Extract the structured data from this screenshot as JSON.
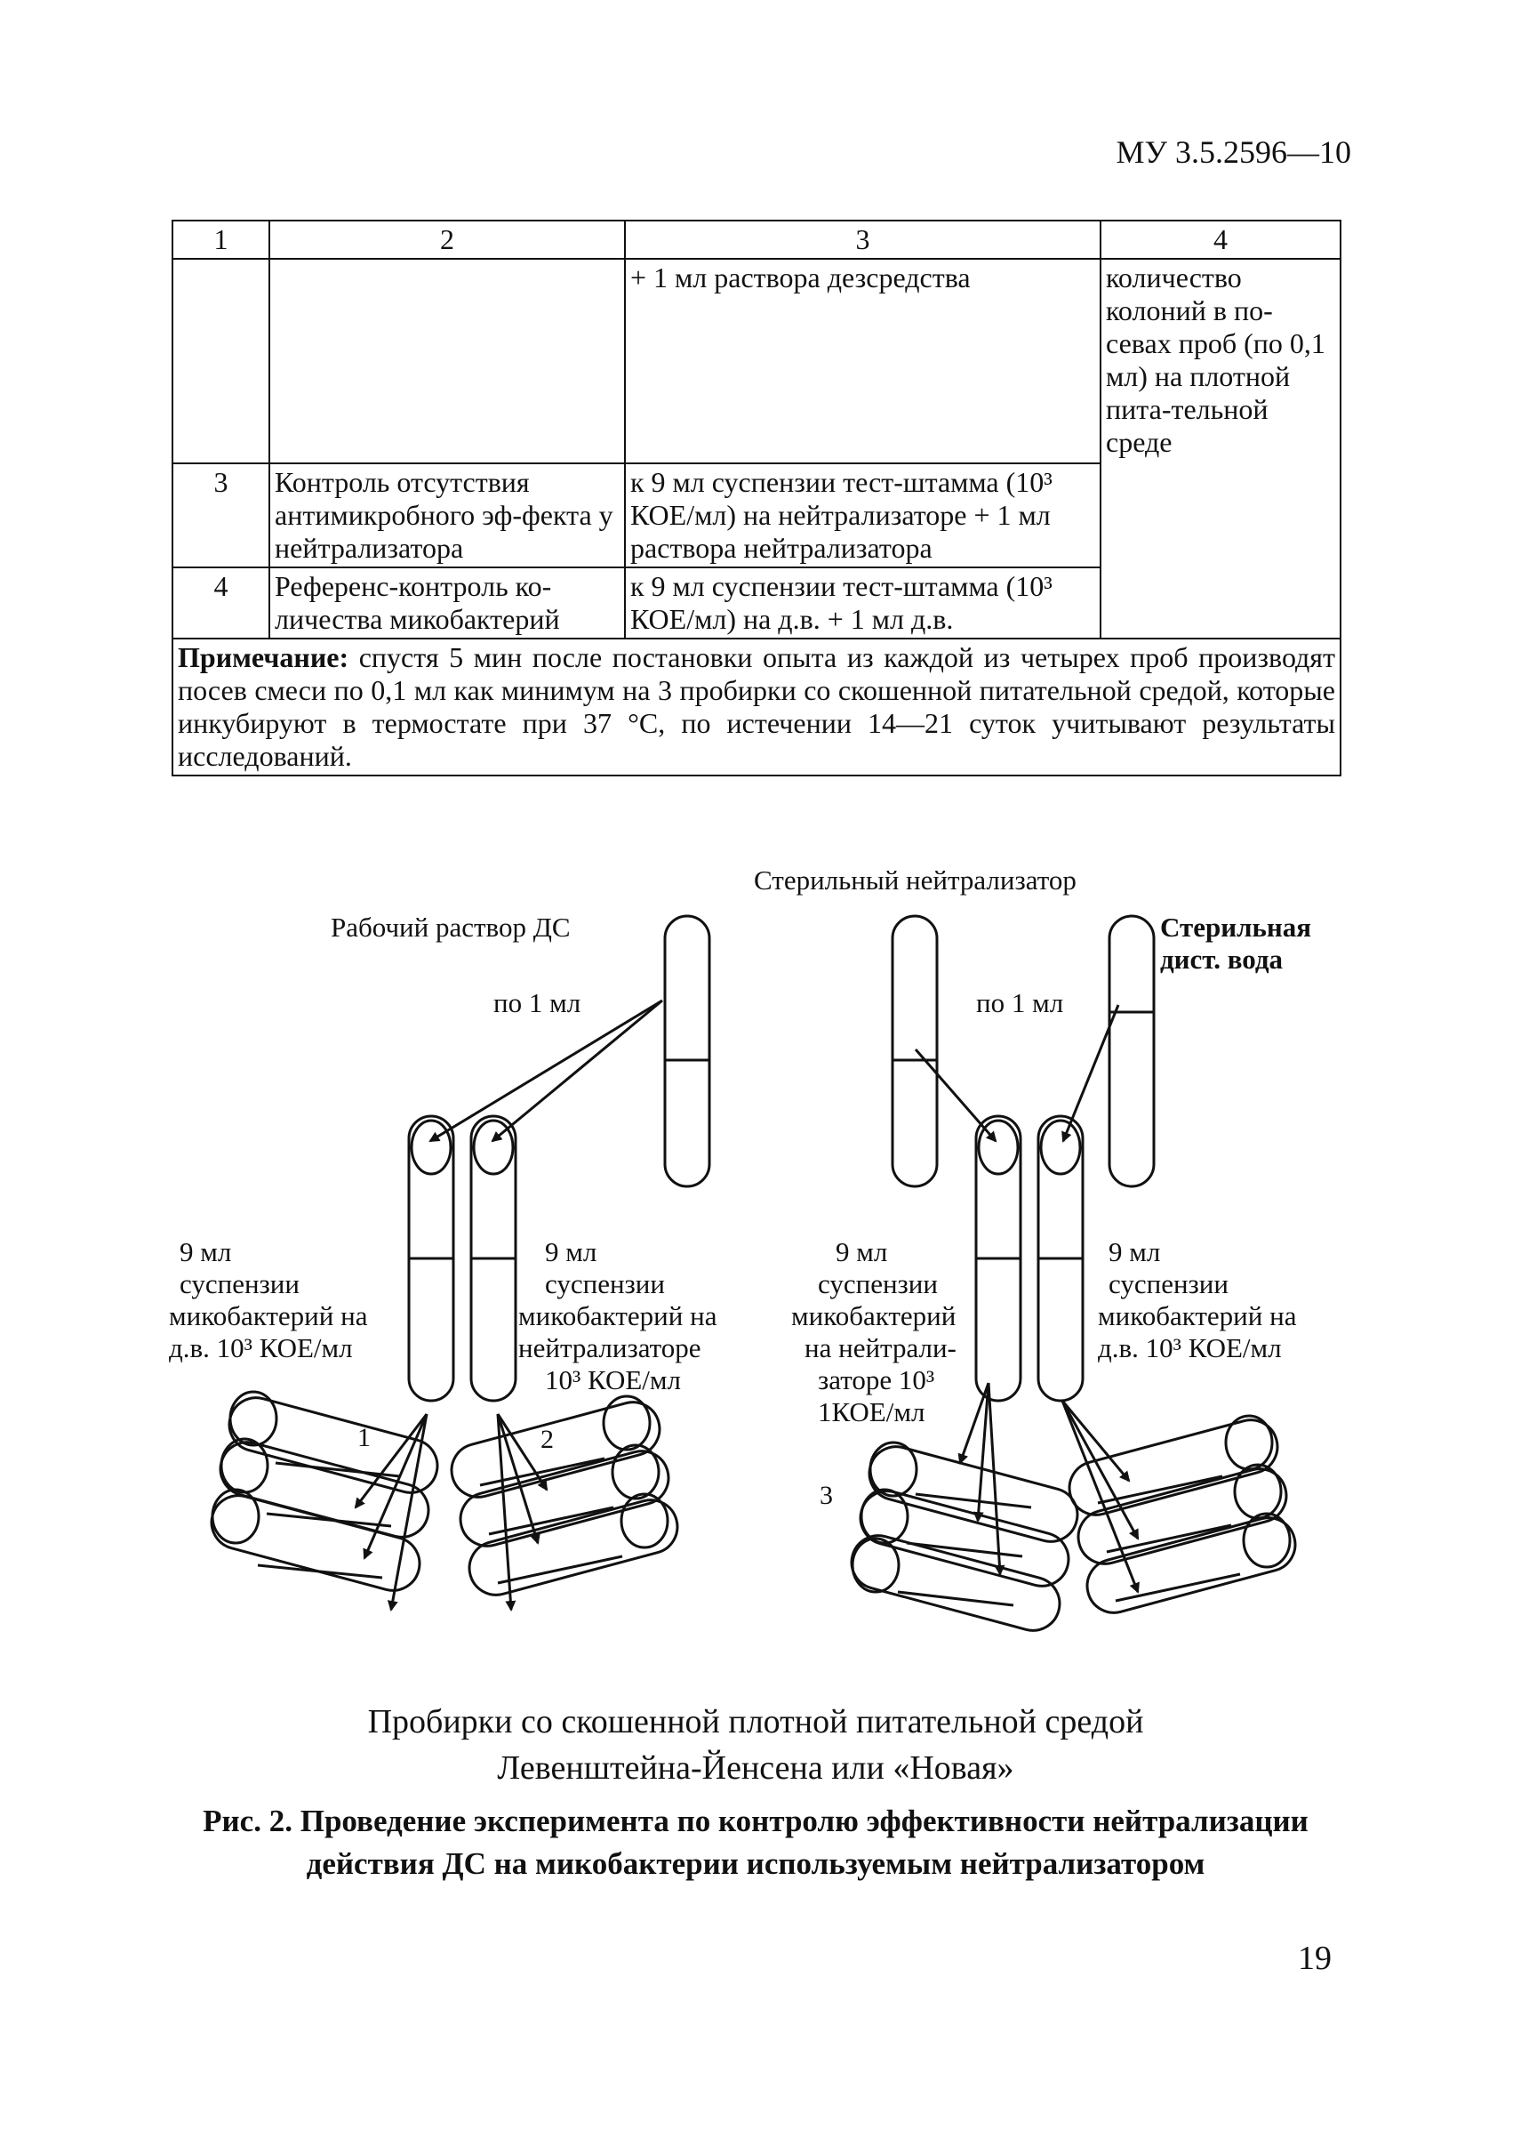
{
  "header": {
    "doc_code": "МУ 3.5.2596—10"
  },
  "table": {
    "col_headers": [
      "1",
      "2",
      "3",
      "4"
    ],
    "row_a": {
      "c3": "+ 1 мл раствора дезсредства",
      "c4": "количество колоний в по-севах проб (по 0,1 мл) на плотной пита-тельной среде"
    },
    "row_3": {
      "num": "3",
      "c2": "Контроль отсутствия антимикробного эф-фекта у нейтрализатора",
      "c3": "к 9 мл суспензии тест-штамма (10³ КОЕ/мл) на нейтрализаторе + 1 мл раствора нейтрализатора"
    },
    "row_4": {
      "num": "4",
      "c2": "Референс-контроль ко-личества микобактерий",
      "c3": "к 9 мл суспензии тест-штамма (10³ КОЕ/мл) на д.в. + 1 мл д.в."
    },
    "note_label": "Примечание:",
    "note_text": " спустя 5 мин после постановки опыта из каждой из четырех проб производят посев смеси по 0,1 мл как минимум на 3 пробирки со скошенной питательной средой, которые инкубируют в термостате при 37 °С, по истечении 14—21 суток учитывают результаты исследований."
  },
  "figure": {
    "label_sterile_neutralizer": "Стерильный нейтрализатор",
    "label_working_solution": "Рабочий раствор ДС",
    "label_sterile_water_1": "Стерильная",
    "label_sterile_water_2": "дист. вода",
    "label_1ml_left": "по 1 мл",
    "label_1ml_right": "по 1 мл",
    "tube1_l1": "9 мл",
    "tube1_l2": "суспензии",
    "tube1_l3": "микобактерий на",
    "tube1_l4": "д.в. 10³ КОЕ/мл",
    "tube2_l1": "9 мл",
    "tube2_l2": "суспензии",
    "tube2_l3": "микобактерий на",
    "tube2_l4": "нейтрализаторе",
    "tube2_l5": "10³ КОЕ/мл",
    "tube3_l1": "9 мл",
    "tube3_l2": "суспензии",
    "tube3_l3": "микобактерий",
    "tube3_l4": "на нейтрали-",
    "tube3_l5": "заторе 10³",
    "tube3_l6": "1КОЕ/мл",
    "tube4_l1": "9 мл",
    "tube4_l2": "суспензии",
    "tube4_l3": "микобактерий на",
    "tube4_l4": "д.в. 10³ КОЕ/мл",
    "num_1": "1",
    "num_2": "2",
    "num_3": "3"
  },
  "caption": {
    "line1": "Пробирки со скошенной плотной питательной средой",
    "line2": "Левенштейна-Йенсена или «Новая»",
    "fig_label": "Рис. 2.",
    "fig_text_1": " Проведение эксперимента по контролю эффективности нейтрализации",
    "fig_text_2": "действия ДС на микобактерии используемым нейтрализатором"
  },
  "footer": {
    "page_number": "19"
  }
}
